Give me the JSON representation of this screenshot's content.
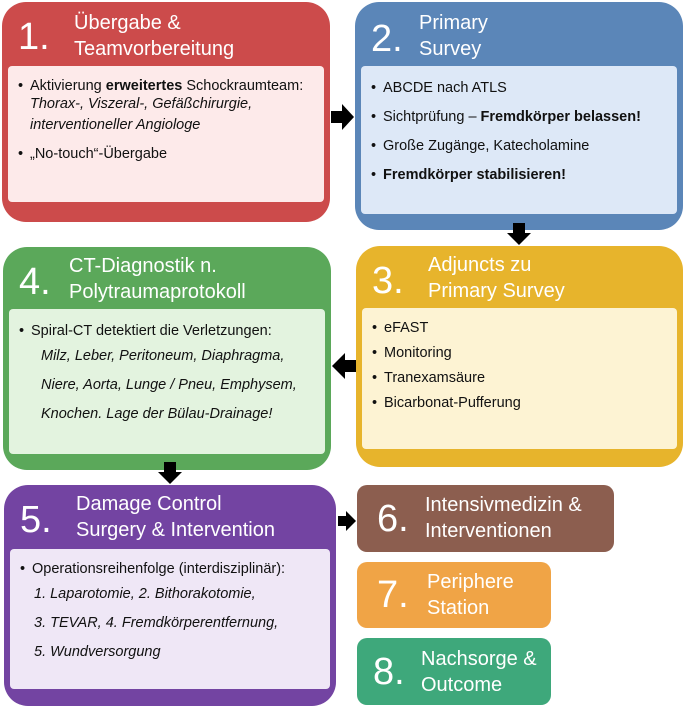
{
  "steps": [
    {
      "number": "1.",
      "title_line1": "Übergabe &",
      "title_line2": "Teamvorbereitung",
      "color": "#cc4b4b",
      "body_color": "#fdeaea",
      "items": [
        {
          "pre": "Aktivierung ",
          "bold": "erweitertes",
          "post": " Schockraumteam:"
        },
        {
          "italic_lines": [
            "Thorax-, Viszeral-, Gefäßchirurgie,",
            "interventioneller Angiologe"
          ]
        },
        {
          "text": "„No-touch“-Übergabe"
        }
      ]
    },
    {
      "number": "2.",
      "title_line1": "Primary",
      "title_line2": "Survey",
      "color": "#5b86b8",
      "body_color": "#dde8f7",
      "items": [
        {
          "text": "ABCDE nach ATLS"
        },
        {
          "pre": "Sichtprüfung – ",
          "bold": "Fremdkörper belassen!"
        },
        {
          "text": "Große Zugänge, Katecholamine"
        },
        {
          "bold": "Fremdkörper stabilisieren!"
        }
      ]
    },
    {
      "number": "3.",
      "title_line1": "Adjuncts zu",
      "title_line2": "Primary Survey",
      "color": "#e7b42c",
      "body_color": "#fdf3d3",
      "items": [
        {
          "text": "eFAST"
        },
        {
          "text": "Monitoring"
        },
        {
          "text": "Tranexamsäure"
        },
        {
          "text": "Bicarbonat-Pufferung"
        }
      ]
    },
    {
      "number": "4.",
      "title_line1": "CT-Diagnostik n.",
      "title_line2": "Polytraumaprotokoll",
      "color": "#5ba85a",
      "body_color": "#e3f3df",
      "items": [
        {
          "text": "Spiral-CT detektiert die Verletzungen:"
        }
      ],
      "italic_lines": [
        "Milz, Leber, Peritoneum, Diaphragma,",
        "Niere, Aorta, Lunge / Pneu, Emphysem,",
        "Knochen. Lage der Bülau-Drainage!"
      ]
    },
    {
      "number": "5.",
      "title_line1": "Damage Control",
      "title_line2": "Surgery & Intervention",
      "color": "#7344a2",
      "body_color": "#efe7f6",
      "items": [
        {
          "text": "Operationsreihenfolge (interdisziplinär):"
        }
      ],
      "italic_lines": [
        "1. Laparotomie,  2. Bithorakotomie,",
        "3. TEVAR,  4. Fremdkörperentfernung,",
        "5. Wundversorgung"
      ]
    },
    {
      "number": "6.",
      "title_line1": "Intensivmedizin &",
      "title_line2": "Interventionen",
      "color": "#8c5e4f"
    },
    {
      "number": "7.",
      "title_line1": "Periphere",
      "title_line2": "Station",
      "color": "#f0a446"
    },
    {
      "number": "8.",
      "title_line1": "Nachsorge &",
      "title_line2": "Outcome",
      "color": "#3ea87b"
    }
  ]
}
